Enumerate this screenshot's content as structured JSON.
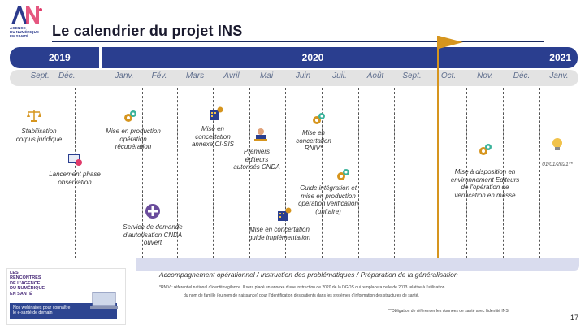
{
  "logo": {
    "name": "ANS",
    "subtitle": "AGENCE\nDU NUMÉRIQUE\nEN SANTÉ"
  },
  "title": "Le calendrier du projet INS",
  "years": {
    "y2019": "2019",
    "y2020": "2020",
    "y2021": "2021"
  },
  "months": [
    "Sept. – Déc.",
    "Janv.",
    "Fév.",
    "Mars",
    "Avril",
    "Mai",
    "Juin",
    "Juil.",
    "Août",
    "Sept.",
    "Oct.",
    "Nov.",
    "Déc.",
    "Janv."
  ],
  "milestones": {
    "stabilisation": "Stabilisation\ncorpus juridique",
    "lancement": "Lancement phase\nobservation",
    "mise_production": "Mise en production\nopération\nrécupération",
    "service_demande": "Service de demande\nd'autorisation CNDA\nouvert",
    "concertation_cisis": "Mise en\nconcertation\nannexe CI-SIS",
    "premiers_editeurs": "Premiers\néditeurs\nautorisés CNDA",
    "concertation_rniv": "Mise en\nconcertation\nRNIV*",
    "guide_integration": "Guide intégration et\nmise en production\nopération vérification\n(unitaire)",
    "concertation_guide": "Mise en concertation\nguide implémentation",
    "mise_disposition": "Mise à disposition en\nenvironnement Editeurs\nde l'opération de\nvérification en masse",
    "date_2021": "01/01/2021**"
  },
  "band_text": "Accompagnement opérationnel / Instruction des problématiques / Préparation de la généralisation",
  "promo": {
    "title": "LES\nRENCONTRES\nDE L'AGENCE\nDU NUMÉRIQUE\nEN SANTÉ",
    "banner": "Nos webinaires pour connaître\nle e-santé de demain !"
  },
  "footnotes": {
    "line1": "*RNIV : référentiel national d'identitovigilance. Il sera placé en annexe d'une instruction de 2020 de la DGOS qui remplacera celle de 2013 relative à l'utilisation",
    "line2": "du nom de famille (ou nom de naissance) pour l'identification des patients dans les systèmes d'information des structures de santé.",
    "line3": "**Obligation de référencer les données de santé avec l'identité INS"
  },
  "page_number": "17",
  "colors": {
    "navy": "#2a3e8f",
    "flag": "#d6951e",
    "band": "#d9dcee"
  },
  "icons": [
    "scales-icon",
    "browser-gear-icon",
    "gear-icon",
    "plus-icon",
    "building-gear-icon",
    "person-desk-icon",
    "lightbulb-icon"
  ]
}
